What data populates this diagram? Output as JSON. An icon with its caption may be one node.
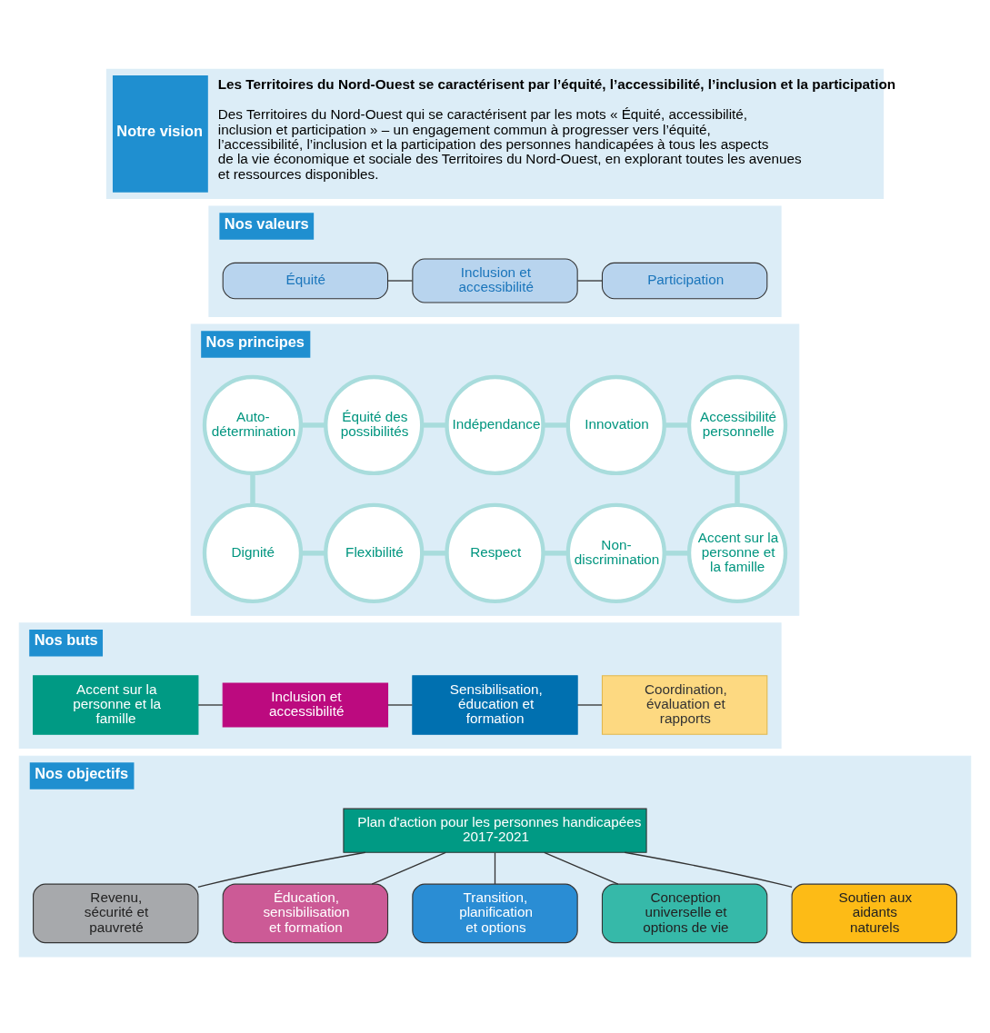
{
  "diagram": {
    "nodes": [
      {
        "text": [
          "Notre vision",
          "Les Territoires du Nord-Ouest se caractérisent par l’équité, l’accessibilité, l’inclusion et la participation",
          "Des Territoires du Nord-Ouest qui se caractérisent par les mots « Équité, accessibilité, inclusion et participation » – un engagement commun à progresser vers l’équité, l’accessibilité, l’inclusion et la participation des personnes handicapées à tous les aspects de la vie économique et sociale des Territoires du Nord-Ouest, en explorant toutes les avenues et ressources disponibles."
        ]
      },
      {
        "text": [
          "Nos valeurs"
        ]
      },
      {
        "text": [
          "Équité"
        ],
        "in": 1
      },
      {
        "text": [
          "Inclusion et accessibilité"
        ],
        "in": 1
      },
      {
        "text": [
          "Participation"
        ],
        "in": 1
      },
      {
        "text": [
          "Nos principes"
        ]
      },
      {
        "text": [
          "Auto- détermination"
        ],
        "in": 5
      },
      {
        "text": [
          "Équité des possibilités"
        ],
        "in": 5
      },
      {
        "text": [
          "Indépendance"
        ],
        "in": 5
      },
      {
        "text": [
          "Innovation"
        ],
        "in": 5
      },
      {
        "text": [
          "Accessibilité personnelle"
        ],
        "in": 5
      },
      {
        "text": [
          "Dignité"
        ],
        "in": 5
      },
      {
        "text": [
          "Flexibilité"
        ],
        "in": 5
      },
      {
        "text": [
          "Respect"
        ],
        "in": 5
      },
      {
        "text": [
          "Non- discrimination"
        ],
        "in": 5
      },
      {
        "text": [
          "Accent sur la personne et la famille"
        ],
        "in": 5
      },
      {
        "text": [
          "Nos buts"
        ]
      },
      {
        "text": [
          "Accent sur la personne et la famille"
        ],
        "in": 16
      },
      {
        "text": [
          "Inclusion et accessibilité"
        ],
        "in": 16
      },
      {
        "text": [
          "Sensibilisation, éducation et formation"
        ],
        "in": 16
      },
      {
        "text": [
          "Coordination, évaluation et rapports"
        ],
        "in": 16
      },
      {
        "text": [
          "Nos objectifs"
        ]
      },
      {
        "text": [
          "Plan d'action pour les personnes handicapées 2017-2021"
        ],
        "in": 21
      },
      {
        "text": [
          "Revenu, sécurité et pauvreté"
        ],
        "in": 21
      },
      {
        "text": [
          "Éducation, sensibilisation et formation"
        ],
        "in": 21
      },
      {
        "text": [
          "Transition, planification et options"
        ],
        "in": 21
      },
      {
        "text": [
          "Conception universelle et options de vie"
        ],
        "in": 21
      },
      {
        "text": [
          "Soutien aux aidants naturels"
        ],
        "in": 21
      }
    ],
    "edges": [
      {
        "from": 2,
        "to": 3,
        "arrow": "none"
      },
      {
        "from": 3,
        "to": 4,
        "arrow": "none"
      },
      {
        "from": 6,
        "to": 7,
        "arrow": "none",
        "style": "thick",
        "color": "#a8dcdc"
      },
      {
        "from": 7,
        "to": 8,
        "arrow": "none",
        "style": "thick",
        "color": "#a8dcdc"
      },
      {
        "from": 8,
        "to": 9,
        "arrow": "none",
        "style": "thick",
        "color": "#a8dcdc"
      },
      {
        "from": 9,
        "to": 10,
        "arrow": "none",
        "style": "thick",
        "color": "#a8dcdc"
      },
      {
        "from": 6,
        "to": 11,
        "arrow": "none",
        "style": "thick",
        "color": "#a8dcdc"
      },
      {
        "from": 10,
        "to": 15,
        "arrow": "none",
        "style": "thick",
        "color": "#a8dcdc"
      },
      {
        "from": 11,
        "to": 12,
        "arrow": "none",
        "style": "thick",
        "color": "#a8dcdc"
      },
      {
        "from": 12,
        "to": 13,
        "arrow": "none",
        "style": "thick",
        "color": "#a8dcdc"
      },
      {
        "from": 13,
        "to": 14,
        "arrow": "none",
        "style": "thick",
        "color": "#a8dcdc"
      },
      {
        "from": 14,
        "to": 15,
        "arrow": "none",
        "style": "thick",
        "color": "#a8dcdc"
      },
      {
        "from": 17,
        "to": 18,
        "arrow": "none"
      },
      {
        "from": 18,
        "to": 19,
        "arrow": "none"
      },
      {
        "from": 19,
        "to": 20,
        "arrow": "none"
      },
      {
        "from": 22,
        "to": 23,
        "arrow": "none"
      },
      {
        "from": 22,
        "to": 24,
        "arrow": "none"
      },
      {
        "from": 22,
        "to": 25,
        "arrow": "none"
      },
      {
        "from": 22,
        "to": 26,
        "arrow": "none"
      },
      {
        "from": 22,
        "to": 27,
        "arrow": "none"
      }
    ]
  }
}
